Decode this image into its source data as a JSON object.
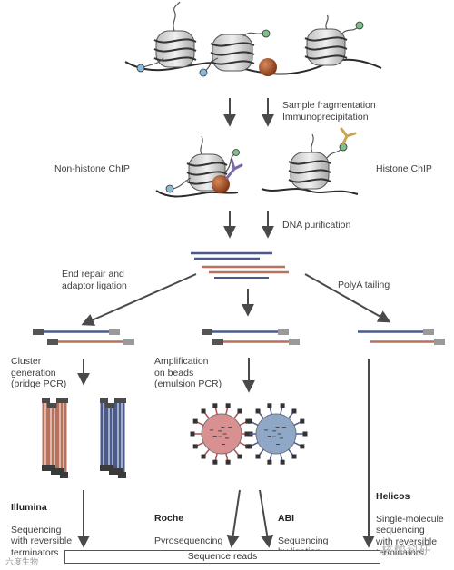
{
  "steps": {
    "fragmentation": "Sample fragmentation\nImmunoprecipitation",
    "non_histone_chip": "Non-histone ChIP",
    "histone_chip": "Histone ChIP",
    "dna_purification": "DNA purification",
    "end_repair": "End repair and\nadaptor ligation",
    "polya_tailing": "PolyA tailing",
    "cluster_generation": "Cluster\ngeneration\n(bridge PCR)",
    "amplification_beads": "Amplification\non beads\n(emulsion PCR)"
  },
  "platforms": {
    "illumina": {
      "name": "Illumina",
      "desc": "Sequencing\nwith reversible\nterminators"
    },
    "roche": {
      "name": "Roche",
      "desc": "Pyrosequencing"
    },
    "abi": {
      "name": "ABI",
      "desc": "Sequencing\nby ligation"
    },
    "helicos": {
      "name": "Helicos",
      "desc": "Single-molecule\nsequencing\nwith reversible\nterminators"
    }
  },
  "output": {
    "sequence_reads": "Sequence reads"
  },
  "watermarks": {
    "left": "六度生物",
    "right": "核酸科研"
  },
  "colors": {
    "dna": "#2b2b2b",
    "nucleosome": "#d9d9d9",
    "tf_protein": "#9a4a22",
    "mark_green": "#7fbf8a",
    "mark_blue": "#86bcd9",
    "antibody_purple": "#7a6aa8",
    "antibody_gold": "#c8a455",
    "fragment_blue": "#4a5a8c",
    "fragment_red": "#b8715a",
    "bead_red": "#d99090",
    "bead_blue": "#8fa8c8",
    "arrow": "#4a4a4a"
  }
}
